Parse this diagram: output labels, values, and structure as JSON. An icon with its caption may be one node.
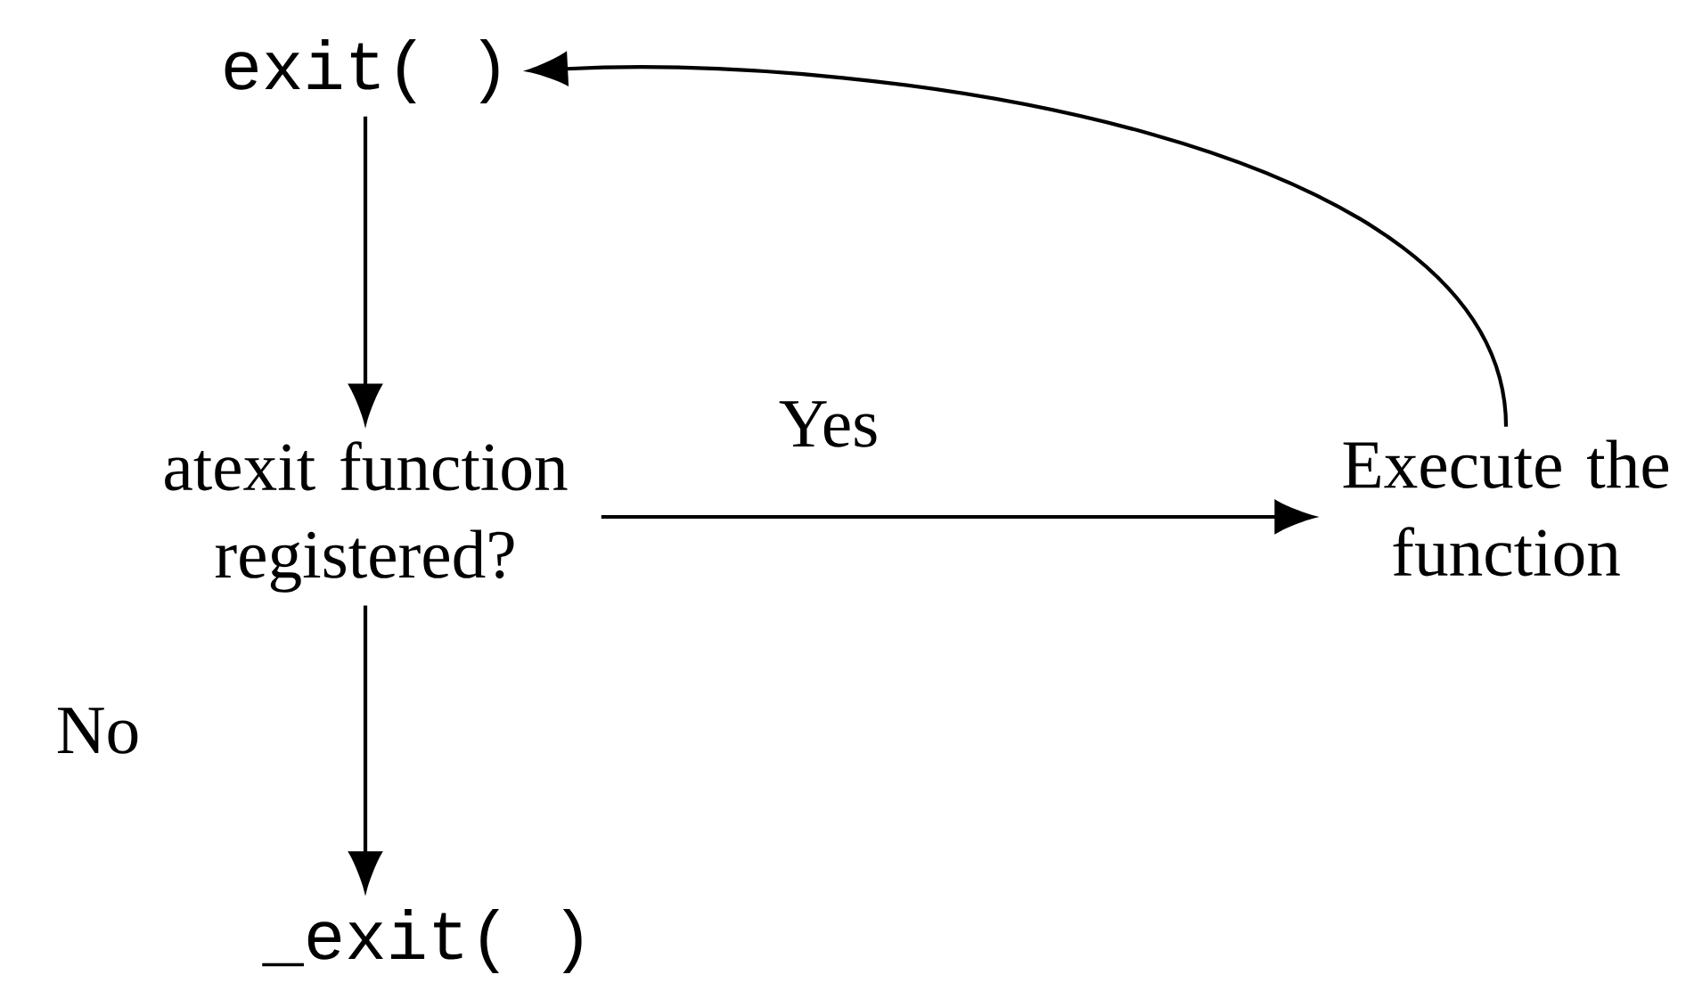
{
  "diagram": {
    "nodes": [
      {
        "text": [
          "exit( )"
        ]
      },
      {
        "text": [
          "atexit function registered?"
        ]
      },
      {
        "text": [
          "Execute the function"
        ]
      },
      {
        "text": [
          "_exit( )"
        ]
      }
    ],
    "edges": [
      {
        "from": 0,
        "to": 1,
        "arrow": "to"
      },
      {
        "from": 1,
        "to": 2,
        "arrow": "to",
        "label": "Yes"
      },
      {
        "from": 2,
        "to": 0,
        "arrow": "to"
      },
      {
        "from": 1,
        "to": 3,
        "arrow": "to",
        "label": "No"
      }
    ]
  }
}
